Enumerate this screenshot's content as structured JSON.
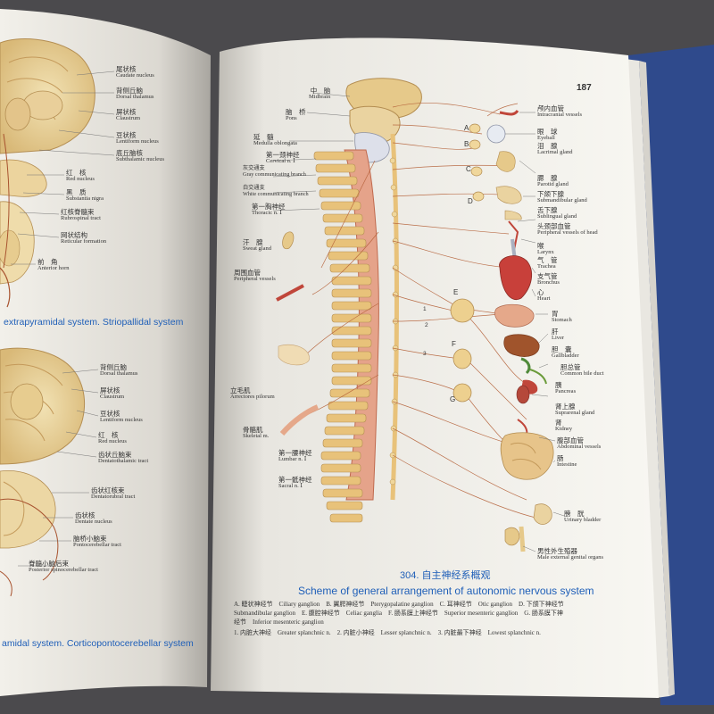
{
  "left_page": {
    "labels": [
      {
        "zh": "尾状核",
        "en": "Caudate nucleus"
      },
      {
        "zh": "背侧丘脑",
        "en": "Dorsal thalamus"
      },
      {
        "zh": "屏状核",
        "en": "Claustrum"
      },
      {
        "zh": "豆状核",
        "en": "Lentiform nucleus"
      },
      {
        "zh": "底丘脑核",
        "en": "Subthalamic nucleus"
      },
      {
        "zh": "红　核",
        "en": "Red nucleus"
      },
      {
        "zh": "黑　质",
        "en": "Substantia nigra"
      },
      {
        "zh": "红核脊髓束",
        "en": "Rubrospinal tract"
      },
      {
        "zh": "网状结构",
        "en": "Reticular formation"
      },
      {
        "zh": "前　角",
        "en": "Anterior horn"
      }
    ],
    "title_top": "extrapyramidal system. Striopallidal system",
    "labels_bottom": [
      {
        "zh": "背侧丘脑",
        "en": "Dorsal thalamus"
      },
      {
        "zh": "屏状核",
        "en": "Claustrum"
      },
      {
        "zh": "豆状核",
        "en": "Lentiform nucleus"
      },
      {
        "zh": "红　核",
        "en": "Red nucleus"
      },
      {
        "zh": "齿状丘脑束",
        "en": "Dentatothalamic tract"
      },
      {
        "zh": "齿状红核束",
        "en": "Dentatorubral tract"
      },
      {
        "zh": "齿状核",
        "en": "Dentate nucleus"
      },
      {
        "zh": "脑桥小脑束",
        "en": "Pontocerebellar tract"
      },
      {
        "zh": "脊髓小脑后束",
        "en": "Posterior spinocerebellar tract"
      }
    ],
    "title_bottom": "amidal system. Corticopontocerebellar system"
  },
  "right_page": {
    "page_number": "187",
    "left_labels": [
      {
        "zh": "中　脑",
        "en": "Midbrain"
      },
      {
        "zh": "脑　桥",
        "en": "Pons"
      },
      {
        "zh": "延　髓",
        "en": "Medulla oblongata"
      },
      {
        "zh": "第一颈神经",
        "en": "Cervical n. Ⅰ"
      },
      {
        "zh": "灰交通支",
        "en": "Gray communicating branch"
      },
      {
        "zh": "白交通支",
        "en": "White communicating branch"
      },
      {
        "zh": "第一胸神经",
        "en": "Thoracic n. Ⅰ"
      },
      {
        "zh": "汗　腺",
        "en": "Sweat gland"
      },
      {
        "zh": "周围血管",
        "en": "Peripheral vessels"
      },
      {
        "zh": "立毛肌",
        "en": "Arrectores pilorum"
      },
      {
        "zh": "骨骼肌",
        "en": "Skeletal m."
      },
      {
        "zh": "第一腰神经",
        "en": "Lumbar n. Ⅰ"
      },
      {
        "zh": "第一骶神经",
        "en": "Sacral n. Ⅰ"
      }
    ],
    "right_labels": [
      {
        "zh": "颅内血管",
        "en": "Intracranial vessels"
      },
      {
        "zh": "眼　球",
        "en": "Eyeball"
      },
      {
        "zh": "泪　腺",
        "en": "Lacrimal gland"
      },
      {
        "zh": "腮　腺",
        "en": "Parotid gland"
      },
      {
        "zh": "下颌下腺",
        "en": "Submandibular gland"
      },
      {
        "zh": "舌下腺",
        "en": "Sublingual gland"
      },
      {
        "zh": "头颈部血管",
        "en": "Peripheral vessels of head"
      },
      {
        "zh": "喉",
        "en": "Larynx"
      },
      {
        "zh": "气　管",
        "en": "Trachea"
      },
      {
        "zh": "支气管",
        "en": "Bronchus"
      },
      {
        "zh": "心",
        "en": "Heart"
      },
      {
        "zh": "胃",
        "en": "Stomach"
      },
      {
        "zh": "肝",
        "en": "Liver"
      },
      {
        "zh": "胆　囊",
        "en": "Gallbladder"
      },
      {
        "zh": "胆总管",
        "en": "Common bile duct"
      },
      {
        "zh": "胰",
        "en": "Pancreas"
      },
      {
        "zh": "肾上腺",
        "en": "Suprarenal gland"
      },
      {
        "zh": "肾",
        "en": "Kidney"
      },
      {
        "zh": "腹部血管",
        "en": "Abdominal vessels"
      },
      {
        "zh": "肠",
        "en": "Intestine"
      },
      {
        "zh": "膀　胱",
        "en": "Urinary bladder"
      },
      {
        "zh": "男性外生殖器",
        "en": "Male external genital organs"
      }
    ],
    "ganglion_letters": [
      "A",
      "B",
      "C",
      "D",
      "E",
      "F",
      "G"
    ],
    "nerve_numbers": [
      "1",
      "2",
      "3"
    ],
    "figure_title_zh": "304. 自主神经系概观",
    "figure_title_en": "Scheme of general arrangement of autonomic nervous system",
    "caption_lines": [
      "A. 睫状神经节　Ciliary ganglion　B. 翼腭神经节　Pterygopalatine ganglion　C. 耳神经节　Otic ganglion　D. 下颌下神经节",
      "Submandibular ganglion　E. 腹腔神经节　Celiac ganglia　F. 肠系膜上神经节　Superior mesenteric ganglion　G. 肠系膜下神",
      "经节　Inferior mesenteric ganglion",
      "1. 内脏大神经　Greater splanchnic n.　2. 内脏小神经　Lesser splanchnic n.　3. 内脏最下神经　Lowest splanchnic n."
    ]
  },
  "colors": {
    "background": "#4b4a4d",
    "page": "#f6f4ef",
    "cover": "#2f4a8c",
    "title_blue": "#1f5fb8",
    "nerve": "#b5623a",
    "spine": "#e8c27a"
  }
}
